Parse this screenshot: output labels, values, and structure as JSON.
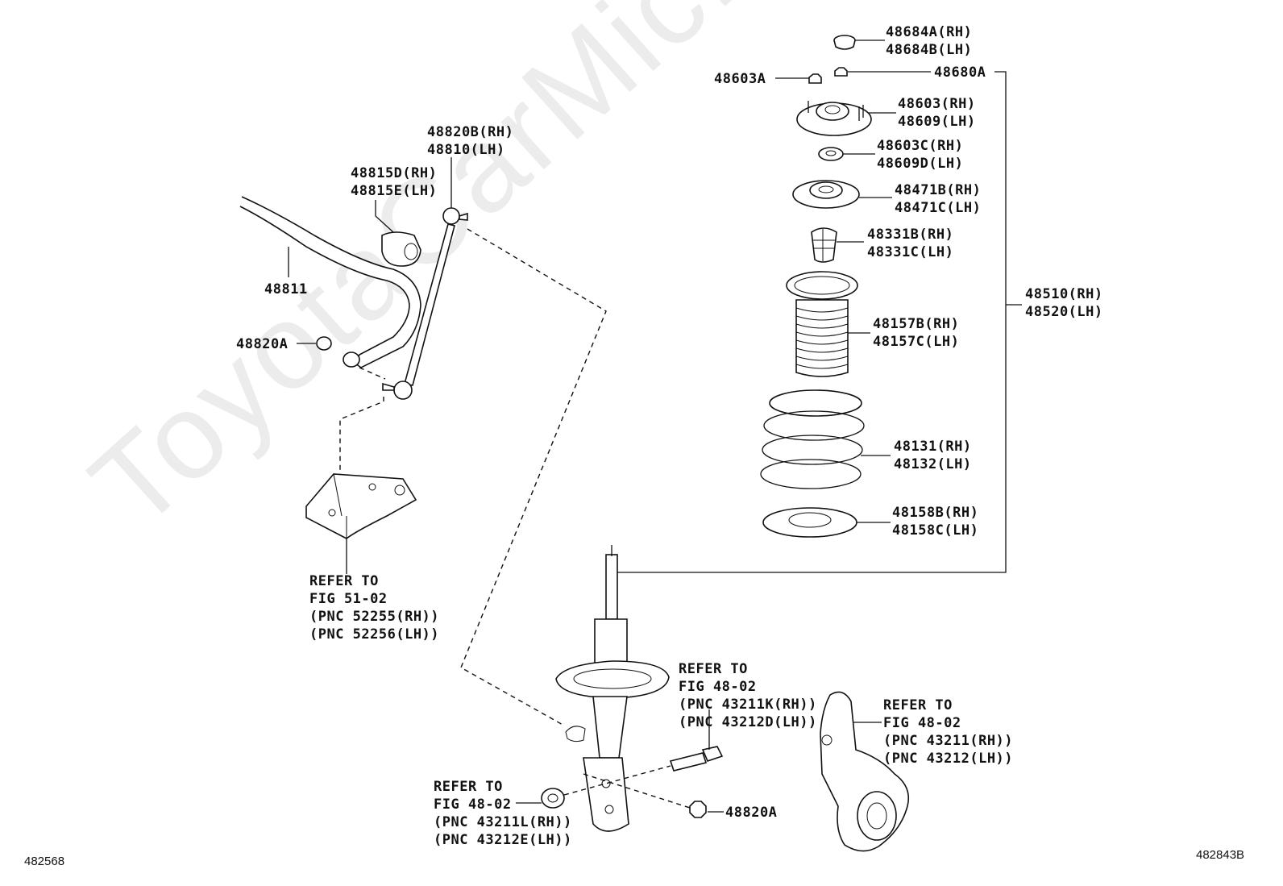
{
  "watermark": "ToyotaCarMic.ru",
  "footer": {
    "left_code": "482568",
    "right_code": "482843B"
  },
  "labels": {
    "l48684": [
      "48684A(RH)",
      "48684B(LH)"
    ],
    "l48603A": [
      "48603A"
    ],
    "l48680A": [
      "48680A"
    ],
    "l48603": [
      "48603(RH)",
      "48609(LH)"
    ],
    "l48603C": [
      "48603C(RH)",
      "48609D(LH)"
    ],
    "l48471": [
      "48471B(RH)",
      "48471C(LH)"
    ],
    "l48331": [
      "48331B(RH)",
      "48331C(LH)"
    ],
    "l48510": [
      "48510(RH)",
      "48520(LH)"
    ],
    "l48157": [
      "48157B(RH)",
      "48157C(LH)"
    ],
    "l48131": [
      "48131(RH)",
      "48132(LH)"
    ],
    "l48158": [
      "48158B(RH)",
      "48158C(LH)"
    ],
    "l48820B": [
      "48820B(RH)",
      "48810(LH)"
    ],
    "l48815": [
      "48815D(RH)",
      "48815E(LH)"
    ],
    "l48811": [
      "48811"
    ],
    "l48820A_left": [
      "48820A"
    ],
    "l48820A_bottom": [
      "48820A"
    ],
    "ref_51_02": [
      "REFER TO",
      "FIG 51-02",
      "(PNC 52255(RH))",
      "(PNC 52256(LH))"
    ],
    "ref_48_02_bolt": [
      "REFER TO",
      "FIG 48-02",
      "(PNC 43211K(RH))",
      "(PNC 43212D(LH))"
    ],
    "ref_48_02_knuckle": [
      "REFER TO",
      "FIG 48-02",
      "(PNC 43211(RH))",
      "(PNC 43212(LH))"
    ],
    "ref_48_02_nut": [
      "REFER TO",
      "FIG 48-02",
      "(PNC 43211L(RH))",
      "(PNC 43212E(LH))"
    ]
  }
}
